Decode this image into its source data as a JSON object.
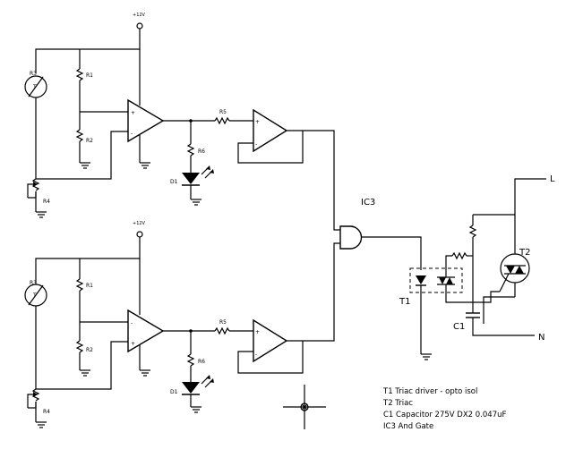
{
  "labels": {
    "vcc_top": "+12V",
    "vcc_bottom": "+12V",
    "r3_top": "R3",
    "r1_top": "R1",
    "r2_top": "R2",
    "r4_top": "R4",
    "r5_top": "R5",
    "r6_top": "R6",
    "d1_top": "D1",
    "r3_bottom": "R3",
    "r1_bottom": "R1",
    "r2_bottom": "R2",
    "r4_bottom": "R4",
    "r5_bottom": "R5",
    "r6_bottom": "R6",
    "d1_bottom": "D1",
    "thermistor_top": "T",
    "thermistor_bottom": "T",
    "ic3": "IC3",
    "t1": "T1",
    "t2": "T2",
    "c1": "C1",
    "line": "L",
    "neutral": "N",
    "opamp_plus": "+",
    "opamp_minus": "-"
  },
  "legend": [
    "T1 Triac driver - opto isol",
    "T2 Triac",
    "C1 Capacitor 275V DX2 0.047uF",
    "IC3 And Gate"
  ]
}
